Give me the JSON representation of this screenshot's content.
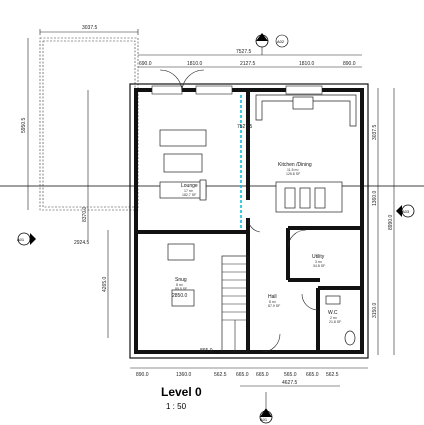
{
  "drawing": {
    "title": "Level 0",
    "scale": "1 : 50"
  },
  "rooms": {
    "kitchen": "Kitchen /Dining",
    "kitchen_sub1": "11.5 m²",
    "kitchen_sub2": "125.8 SF",
    "lounge": "Lounge",
    "lounge_sub1": "17 m²",
    "lounge_sub2": "182.7 SF",
    "snug": "Snug",
    "snug_sub1": "8 m²",
    "snug_sub2": "85.5 SF",
    "utility": "Utility",
    "utility_sub1": "3 m²",
    "utility_sub2": "34.8 SF",
    "hall": "Hall",
    "hall_sub1": "8 m²",
    "hall_sub2": "87.9 SF",
    "wc": "W.C",
    "wc_sub1": "2 m²",
    "wc_sub2": "21.8 SF"
  },
  "markers": {
    "a02": "A02",
    "a01_left": "A01",
    "a01_bottom": "A01",
    "a03": "A03"
  },
  "dimensions": {
    "d3037": "3037.5",
    "d7527_top": "7527.5",
    "d690": "690.0",
    "d1810a": "1810.0",
    "d2127": "2127.5",
    "d1810b": "1810.0",
    "d890": "890.0",
    "d5950": "5950.5",
    "d3037_right": "3037.5",
    "d1360_right": "1360.0",
    "d8990": "8990.0",
    "d8370": "8370.0",
    "d7527_mid": "7527.5",
    "d2924": "2924.5",
    "d4265": "4265.0",
    "d3150": "3150.0",
    "d2850": "2850.0",
    "b890": "890.0",
    "b1360": "1360.0",
    "b562a": "562.5",
    "b665a": "665.0",
    "b665b": "665.0",
    "b565": "565.0",
    "b665c": "665.0",
    "b562b": "562.5",
    "b4627": "4627.5",
    "b865": "865.0"
  }
}
